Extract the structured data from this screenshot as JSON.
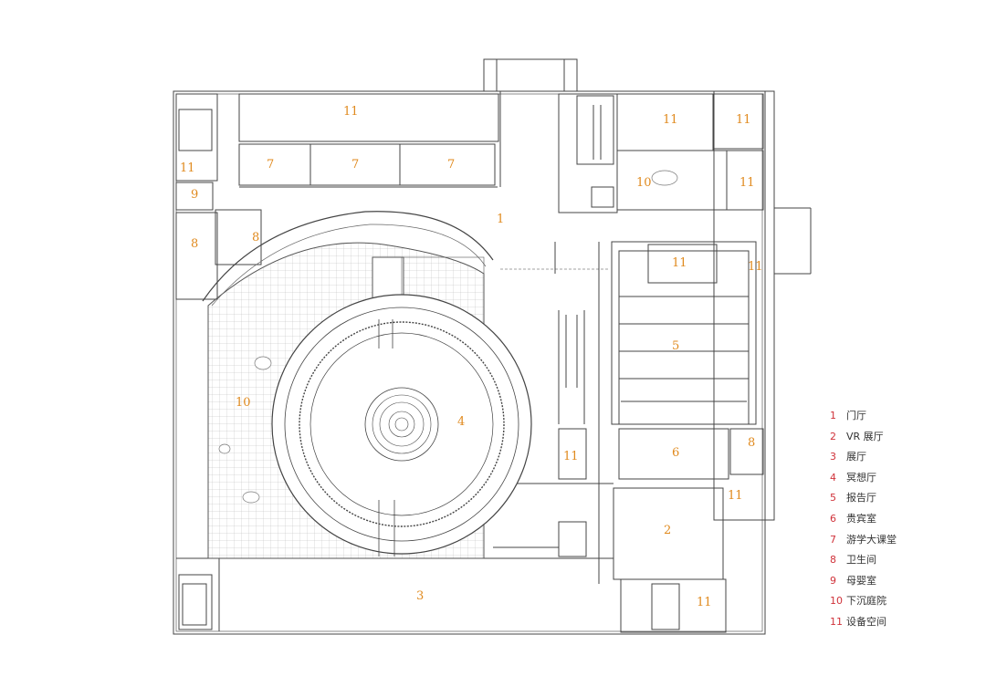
{
  "room_labels": [
    {
      "id": "r1",
      "text": "1"
    },
    {
      "id": "r2",
      "text": "2"
    },
    {
      "id": "r3",
      "text": "3"
    },
    {
      "id": "r4",
      "text": "4"
    },
    {
      "id": "r5",
      "text": "5"
    },
    {
      "id": "r6",
      "text": "6"
    },
    {
      "id": "r7a",
      "text": "7"
    },
    {
      "id": "r7b",
      "text": "7"
    },
    {
      "id": "r7c",
      "text": "7"
    },
    {
      "id": "r8a",
      "text": "8"
    },
    {
      "id": "r8b",
      "text": "8"
    },
    {
      "id": "r8c",
      "text": "8"
    },
    {
      "id": "r9",
      "text": "9"
    },
    {
      "id": "r10a",
      "text": "10"
    },
    {
      "id": "r10b",
      "text": "10"
    },
    {
      "id": "r11a",
      "text": "11"
    },
    {
      "id": "r11b",
      "text": "11"
    },
    {
      "id": "r11c",
      "text": "11"
    },
    {
      "id": "r11d",
      "text": "11"
    },
    {
      "id": "r11e",
      "text": "11"
    },
    {
      "id": "r11f",
      "text": "11"
    },
    {
      "id": "r11g",
      "text": "11"
    },
    {
      "id": "r11h",
      "text": "11"
    },
    {
      "id": "r11i",
      "text": "11"
    },
    {
      "id": "r11j",
      "text": "11"
    },
    {
      "id": "r11k",
      "text": "11"
    }
  ],
  "legend": [
    {
      "num": "1",
      "label": "门厅"
    },
    {
      "num": "2",
      "label": "VR 展厅"
    },
    {
      "num": "3",
      "label": "展厅"
    },
    {
      "num": "4",
      "label": "冥想厅"
    },
    {
      "num": "5",
      "label": "报告厅"
    },
    {
      "num": "6",
      "label": "贵宾室"
    },
    {
      "num": "7",
      "label": "游学大课堂"
    },
    {
      "num": "8",
      "label": "卫生间"
    },
    {
      "num": "9",
      "label": "母婴室"
    },
    {
      "num": "10",
      "label": "下沉庭院"
    },
    {
      "num": "11",
      "label": "设备空间"
    }
  ],
  "colors": {
    "room_number": "#e08a1e",
    "legend_number": "#d0323a",
    "line": "#444444"
  }
}
